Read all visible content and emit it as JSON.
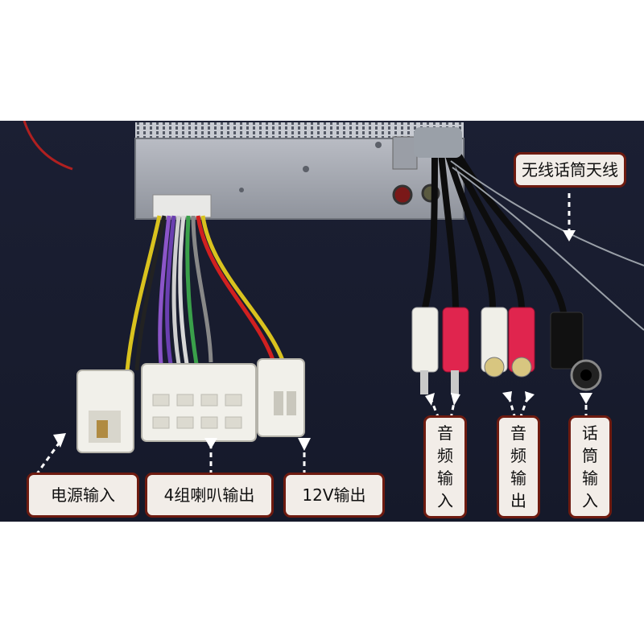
{
  "labels": {
    "power_input": "电源输入",
    "speaker_output": "4组喇叭输出",
    "output_12v": "12V输出",
    "audio_input_1": [
      "音",
      "频",
      "输",
      "入"
    ],
    "audio_input_2": [
      "音",
      "频",
      "输",
      "出"
    ],
    "mic_input": [
      "话",
      "筒",
      "输",
      "入"
    ],
    "wireless_mic_antenna": "无线话筒天线"
  }
}
